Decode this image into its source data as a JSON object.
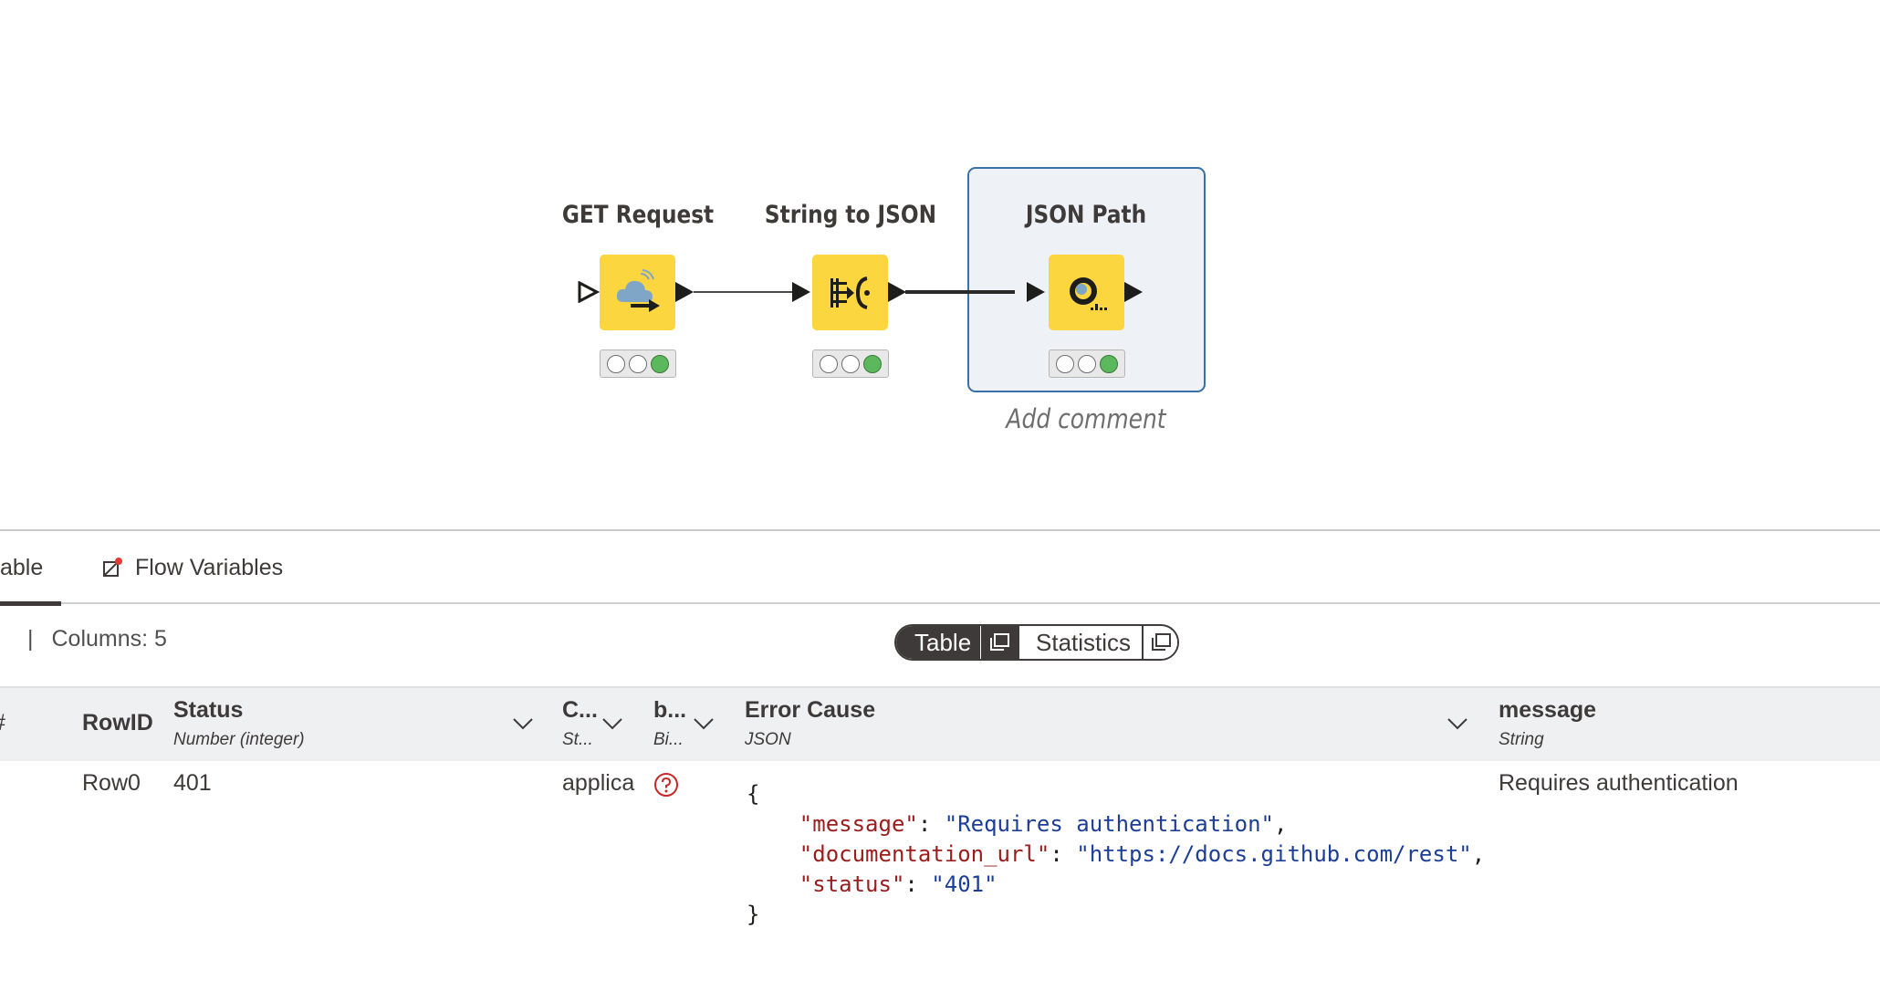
{
  "workflow": {
    "nodes": [
      {
        "title": "GET Request",
        "icon": "cloud-download-icon",
        "status": [
          "off",
          "off",
          "green"
        ]
      },
      {
        "title": "String to JSON",
        "icon": "string-to-json-icon",
        "status": [
          "off",
          "off",
          "green"
        ]
      },
      {
        "title": "JSON Path",
        "icon": "json-path-icon",
        "status": [
          "off",
          "off",
          "green"
        ],
        "selected": true
      }
    ],
    "comment_placeholder": "Add comment"
  },
  "panel": {
    "tabs": [
      {
        "label": "able",
        "active": true
      },
      {
        "label": "Flow Variables",
        "active": false,
        "icon": "flow-variable-icon"
      }
    ],
    "separator": "|",
    "columns_label": "Columns: 5",
    "view_toggle": {
      "table": "Table",
      "statistics": "Statistics",
      "selected": "Table"
    }
  },
  "table": {
    "row_number_header": "#",
    "columns": [
      {
        "name": "RowID",
        "type": ""
      },
      {
        "name": "Status",
        "type": "Number (integer)"
      },
      {
        "name": "C...",
        "type": "St..."
      },
      {
        "name": "b...",
        "type": "Bi..."
      },
      {
        "name": "Error Cause",
        "type": "JSON"
      },
      {
        "name": "message",
        "type": "String"
      }
    ],
    "rows": [
      {
        "rowid": "Row0",
        "status": "401",
        "content_type": "applica",
        "body": "missing-value-icon",
        "error_cause": {
          "open": "{",
          "lines": [
            {
              "key": "\"message\"",
              "sep": ": ",
              "value": "\"Requires authentication\"",
              "end": ","
            },
            {
              "key": "\"documentation_url\"",
              "sep": ": ",
              "value": "\"https://docs.github.com/rest\"",
              "end": ","
            },
            {
              "key": "\"status\"",
              "sep": ": ",
              "value": "\"401\"",
              "end": ""
            }
          ],
          "close": "}"
        },
        "message": "Requires authentication"
      }
    ]
  },
  "colors": {
    "node_yellow": "#fcd63f",
    "selection_border": "#3870a8",
    "selection_fill": "#eef2f6",
    "status_green": "#5cb85c",
    "json_key": "#9b1c1c",
    "json_value": "#1c3e96",
    "dark": "#3e3a39"
  }
}
